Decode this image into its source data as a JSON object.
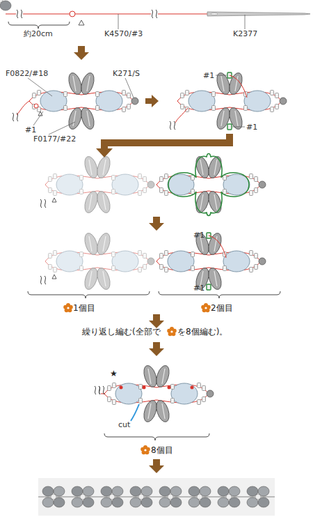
{
  "diagram": {
    "labels": [
      "約20cm",
      "K4570/#3",
      "K2377",
      "F0822/#18",
      "K271/S",
      "#1",
      "#1",
      "F0177/#22",
      "#1",
      "#1",
      "#1",
      "1個目",
      "2個目",
      "繰り返し編む(全部で",
      "を8個編む)。",
      "★",
      "cut",
      "8個目"
    ]
  }
}
